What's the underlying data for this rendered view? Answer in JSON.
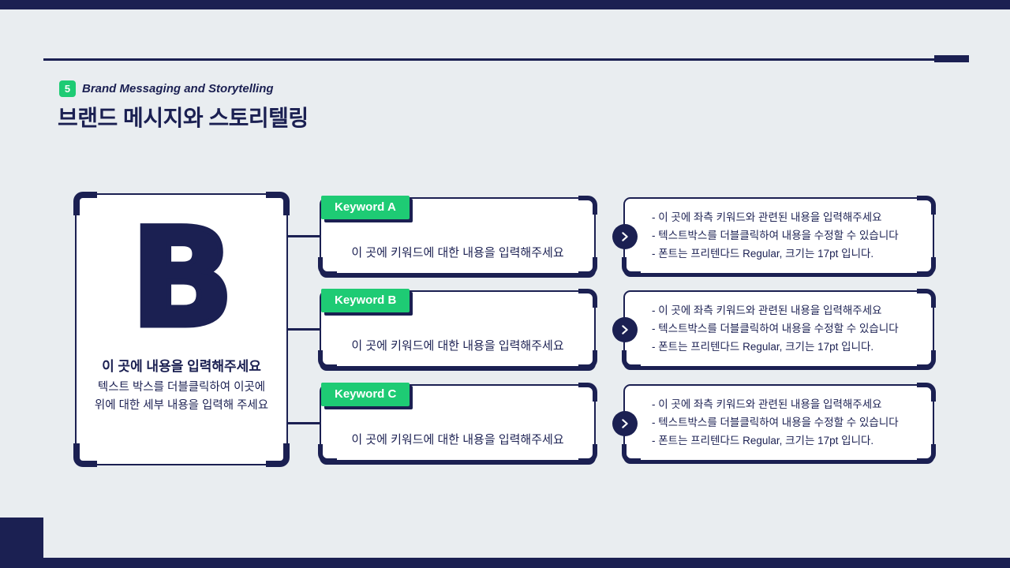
{
  "colors": {
    "navy": "#1b2052",
    "green": "#1ecb74",
    "background": "#e9edf0"
  },
  "header": {
    "badge_number": "5",
    "subtitle": "Brand Messaging and Storytelling",
    "title": "브랜드 메시지와 스토리텔링"
  },
  "left_card": {
    "logo_letter": "B",
    "heading": "이 곳에 내용을 입력해주세요",
    "body": "텍스트 박스를 더블클릭하여 이곳에 위에 대한 세부 내용을 입력해 주세요"
  },
  "keywords": [
    {
      "label": "Keyword A",
      "text": "이 곳에 키워드에 대한 내용을 입력해주세요"
    },
    {
      "label": "Keyword B",
      "text": "이 곳에 키워드에 대한 내용을 입력해주세요"
    },
    {
      "label": "Keyword C",
      "text": "이 곳에 키워드에 대한 내용을 입력해주세요"
    }
  ],
  "details": [
    {
      "lines": [
        "- 이 곳에 좌측 키워드와 관련된 내용을 입력해주세요",
        "- 텍스트박스를 더블클릭하여 내용을 수정할 수 있습니다",
        "- 폰트는 프리텐다드 Regular, 크기는 17pt 입니다."
      ]
    },
    {
      "lines": [
        "- 이 곳에 좌측 키워드와 관련된 내용을 입력해주세요",
        "- 텍스트박스를 더블클릭하여 내용을 수정할 수 있습니다",
        "- 폰트는 프리텐다드 Regular, 크기는 17pt 입니다."
      ]
    },
    {
      "lines": [
        "- 이 곳에 좌측 키워드와 관련된 내용을 입력해주세요",
        "- 텍스트박스를 더블클릭하여 내용을 수정할 수 있습니다",
        "- 폰트는 프리텐다드 Regular, 크기는 17pt 입니다."
      ]
    }
  ]
}
